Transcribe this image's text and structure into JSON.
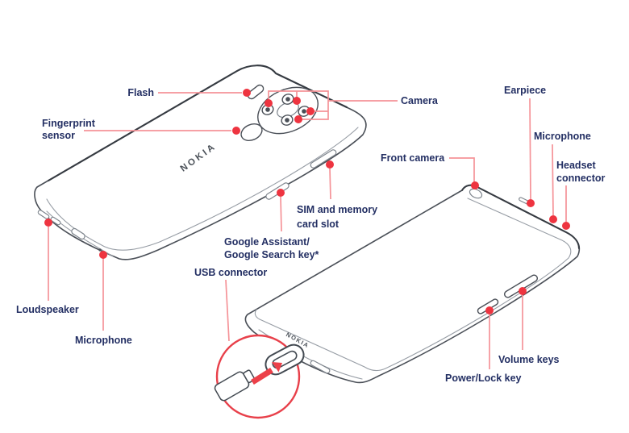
{
  "labels": {
    "flash": "Flash",
    "fingerprint_sensor": [
      "Fingerprint",
      "sensor"
    ],
    "camera": "Camera",
    "front_camera": "Front camera",
    "earpiece": "Earpiece",
    "microphone_top": "Microphone",
    "headset_connector": [
      "Headset",
      "connector"
    ],
    "sim_and_memory_card_slot": [
      "SIM and memory",
      "card slot"
    ],
    "google_assistant_key": [
      "Google Assistant/",
      "Google Search key*"
    ],
    "usb_connector": "USB connector",
    "loudspeaker": "Loudspeaker",
    "microphone_bottom": "Microphone",
    "volume_keys": "Volume keys",
    "power_lock_key": "Power/Lock key"
  },
  "brand": {
    "back_logo": "NOKIA",
    "front_logo": "NOKIA"
  },
  "colors": {
    "label_text": "#232f63",
    "callout_line": "#f59398",
    "callout_dot": "#ee3440",
    "device_outline": "#4a4f57",
    "device_inner_line": "#979da5",
    "magnifier_ring": "#e8404a",
    "background": "#ffffff"
  }
}
